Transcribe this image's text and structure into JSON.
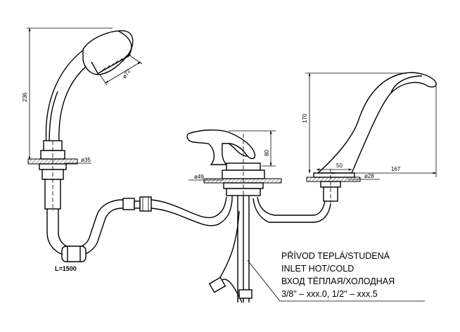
{
  "dimensions": {
    "handshower_height": "236",
    "head_diameter": "ø72",
    "holder_diameter": "ø35",
    "hose_length": "L=1500",
    "mixer_height": "80",
    "mixer_base_diameter": "ø49",
    "spout_height": "170",
    "spout_offset": "50",
    "spout_reach": "167",
    "spout_base_diameter": "ø28"
  },
  "note": {
    "line1": "PŘÍVOD TEPLÁ/STUDENÁ",
    "line2": "INLET HOT/COLD",
    "line3": "ВХОД ТЁПЛАЯ/ХОЛОДНАЯ",
    "line4": "3/8\" – xxx.0, 1/2\" – xxx.5"
  }
}
